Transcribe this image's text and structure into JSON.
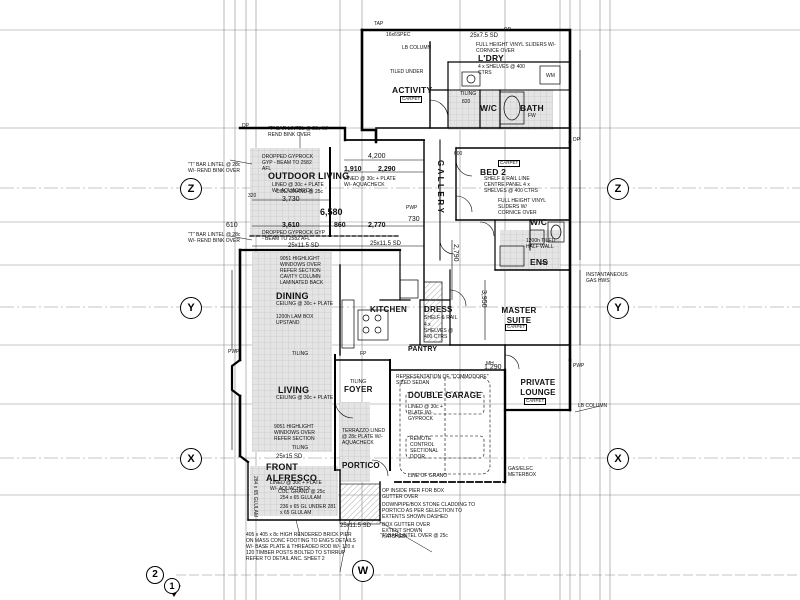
{
  "grid": {
    "top_label": "Z",
    "mid_label": "Y",
    "bottom_label": "X",
    "w_label": "W",
    "section_num": "2",
    "section_sheet": "1"
  },
  "rooms": {
    "activity": "ACTIVITY",
    "activity_floor": "CARPET",
    "ldry": "L'DRY",
    "wc_top": "W/C",
    "bath": "BATH",
    "bed2": "BED 2",
    "bed2_floor": "CARPET",
    "wc_ens": "W/C",
    "ens": "ENS",
    "outdoor_living": "OUTDOOR LIVING",
    "gallery": "G A L L E R Y",
    "dining": "DINING",
    "kitchen": "KITCHEN",
    "dress": "DRESS",
    "master_suite": "MASTER SUITE",
    "master_floor": "CARPET",
    "pantry": "PANTRY",
    "living": "LIVING",
    "foyer": "FOYER",
    "double_garage": "DOUBLE GARAGE",
    "private_lounge": "PRIVATE LOUNGE",
    "private_lounge_floor": "CARPET",
    "front_alfresco": "FRONT ALFRESCO",
    "portico": "PORTICO",
    "tiling": "TILING"
  },
  "dimensions": {
    "d4200": "4,200",
    "d1910": "1,910",
    "d2290": "2,290",
    "d3730": "3,730",
    "d6580": "6,580",
    "d730": "730",
    "d3610": "3,610",
    "d860": "860",
    "d2770": "2,770",
    "d1290": "1,290",
    "d2790": "2,790",
    "d3950": "3,950",
    "d610": "610",
    "d820": "820",
    "d600": "600",
    "d320": "320",
    "sd_top": "25x7.5 SD",
    "sd_mid": "25x11.5 SD",
    "sd_mid2": "25x11.5 SD",
    "sd_front": "25x15 SD",
    "sd_portico": "25x11.5 SD"
  },
  "notes": {
    "tap": "TAP",
    "spec": "16x6SPEC",
    "dp": "DP",
    "pwp": "PWP",
    "lb_column_top": "LB COLUMN",
    "lb_column_bot": "LB COLUMN",
    "gas_hws": "INSTANTANEOUS GAS HWS",
    "gasmeter": "GAS/ELEC METERBOX",
    "tiled_under": "TILED UNDER",
    "sedan": "REPRESENTATION OF \"COMMODORE\" SIZED SEDAN",
    "t_bar_1": "\"T\" BAR LINTEL @ 28c W/- REND BINK OVER",
    "t_bar_2": "\"T\" BAR LINTEL @ 28c W/- REND BINK OVER",
    "t_bar_3": "\"T\" BAR LINTEL @ 28c W/- REND BINK OVER",
    "t_bar_portico": "\"T\" BAR LINTEL OVER @ 25c",
    "dropped_gyp_1": "DROPPED GYPROCK GYP - BEAM TO 2582 AFL",
    "dropped_gyp_2": "DROPPED GYPROCK GYP - BEAM TO 2582 AFL",
    "lined_outdoor": "LINED @ 30c + PLATE W/- AQUACHECK",
    "col_grand": "COL. GRAND @ 25c",
    "lined_plate": "LINED @ 30c + PLATE W/- AQUACHECK",
    "cavity_col": "CAVITY COLUMN LAMINATED BACK",
    "highlight_window": "9051 HIGHLIGHT WINDOWS OVER REFER SECTION",
    "lam_box": "1200h LAM BOX UPSTAND",
    "ceiling_dining": "CEILING @ 30c + PLATE",
    "ceiling_living": "CEILING @ 30c + PLATE",
    "shelf_rail": "SHELF & RAIL",
    "shelves_dress": "4 x SHELVES @ 400 CTRS",
    "bed2_notes": "SHELF & RAIL LINE CENTRE PANEL 4 x SHELVES @ 400 CTRS",
    "bed2_vinyl": "FULL HEIGHT VINYL SLIDERS W/ CORNICE OVER",
    "ldry_notes": "FULL HEIGHT VINYL SLIDERS W/- CORNICE OVER",
    "ldry_shelves": "4 x SHELVES @ 400 CTRS",
    "ens_wall": "1200h TILED HALF WALL",
    "garage_notes": "LINED @ 30c + PLATE W/- GYPROCK",
    "roller_door": "REMOTE CONTROL SECTIONAL DOOR",
    "line_of_grano": "LINE OF GRANO",
    "op_pier": "OP INSIDE PIER FOR BOX GUTTER OVER",
    "downpipe_note": "DOWNPIPE/BOX STONE CLADDING TO PORTICO AS PER SELECTION TO EXTENTS SHOWN DASHED",
    "box_gutter": "BOX GUTTER OVER EXTENT SHOWN HATCHED",
    "glulam_1": "284 x 65 GLULAM",
    "glulam_2": "254 x 65 GLULAM",
    "glulam_3": "236 x 65 GL UNDER 281 x 65 GLULAM",
    "pier_note": "405 x 405 x 8c HIGH RENDERED BRICK PIER ON MASS CONC FOOTING TO ENG'S DETAILS W/- BASE PLATE & THREADED ROD W/- 120 x 120 TIMBER POSTS BOLTED TO STIRRUP REFER TO DETAIL ANC. SHEET 2",
    "alfresco_lined": "LINED @ 30c + PLATE W/- AQUACHECK",
    "col_grand2": "COL. GRAND @ 25c",
    "portico_notes": "TERRAZZO LINED @ 28c PLATE W/- AQUACHECK",
    "fw": "FW",
    "mh": "MH",
    "wm": "WM",
    "fp": "FP",
    "pwp_small": "PWP",
    "tiling_bath": "TILING"
  },
  "colors": {
    "line": "#000000",
    "hatch": "#9a9a9a",
    "tile_fill": "#d9d9d9",
    "grid_line": "#8a8a8a"
  }
}
